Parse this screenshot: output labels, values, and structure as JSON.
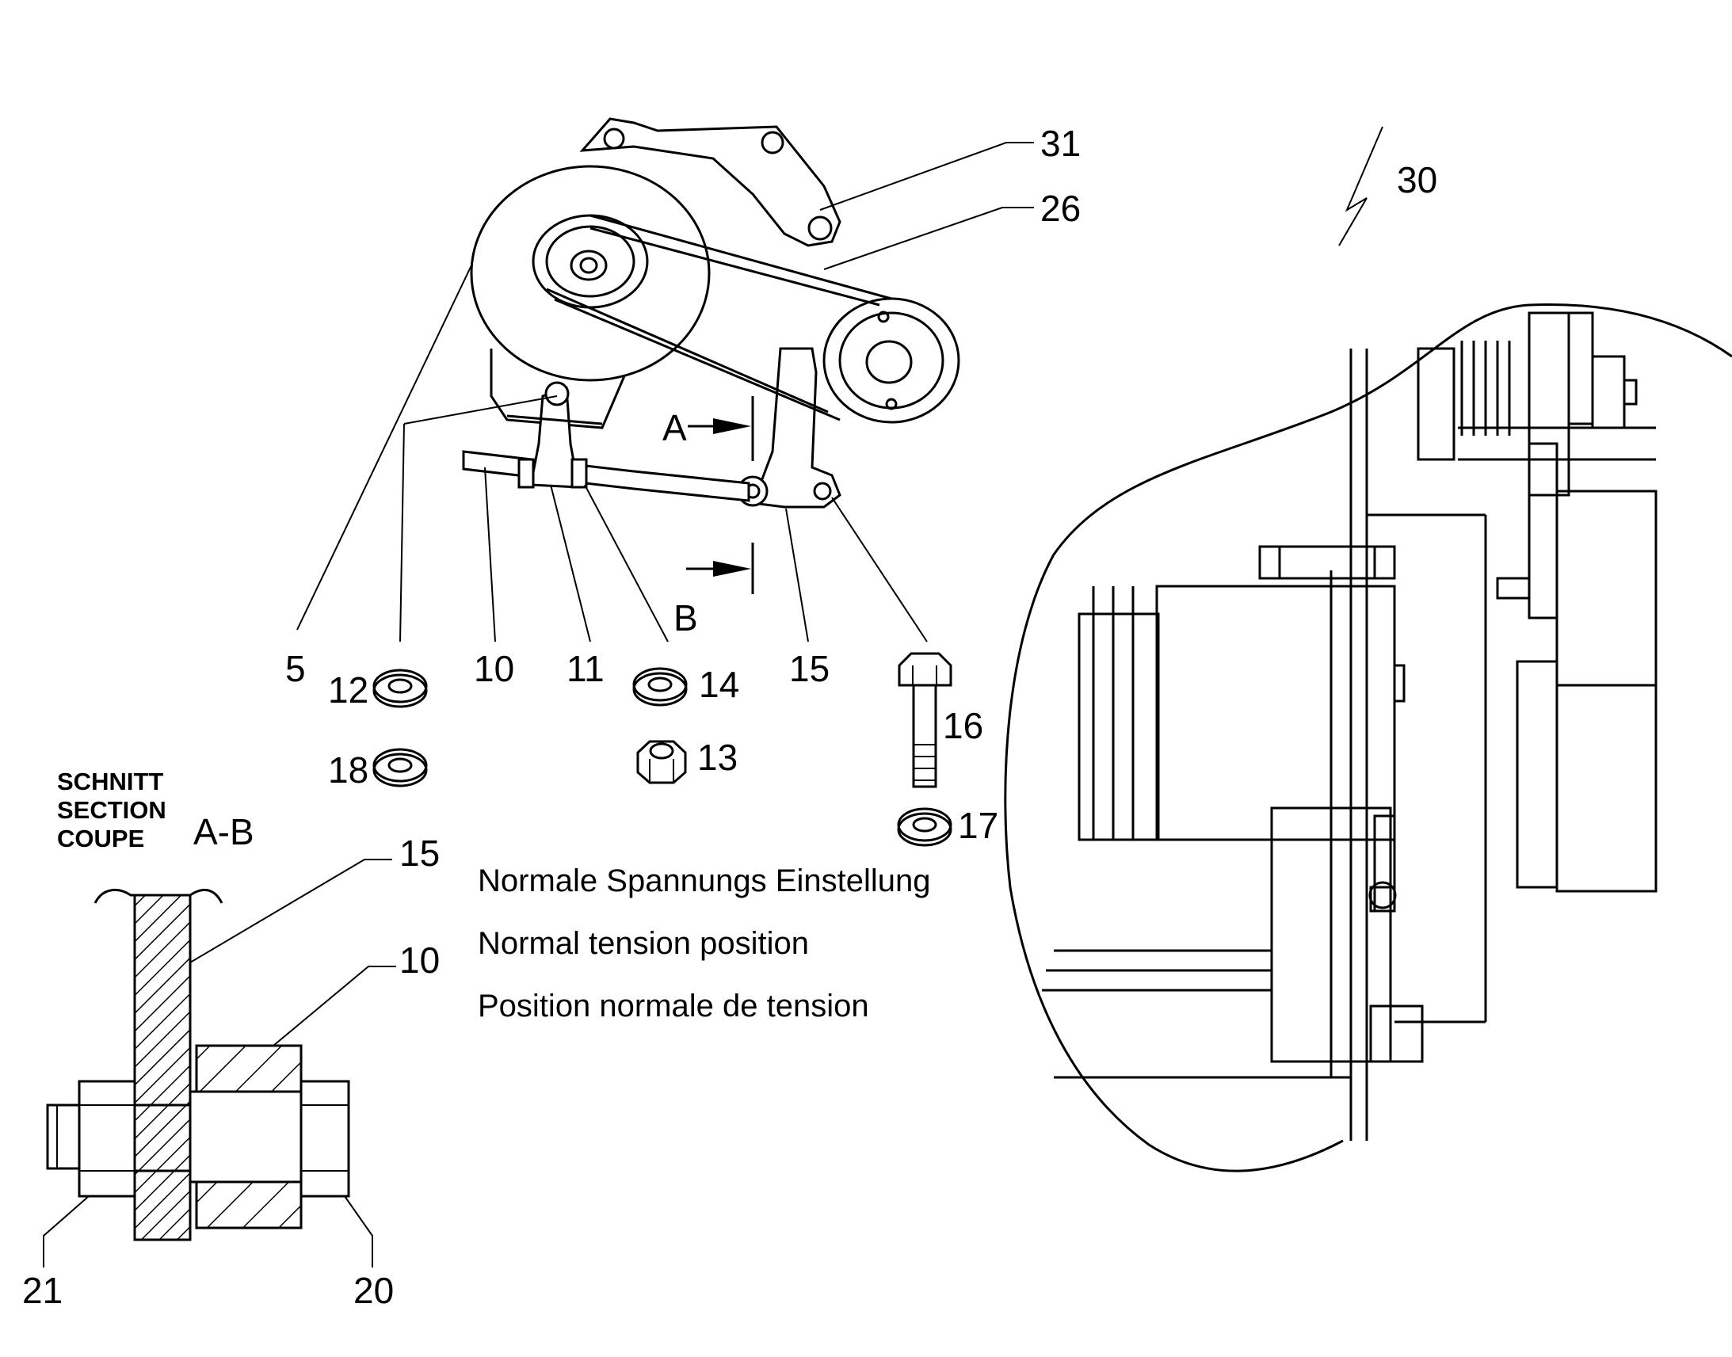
{
  "labels": {
    "p31": "31",
    "p26": "26",
    "p30": "30",
    "p5": "5",
    "p10": "10",
    "p11": "11",
    "p15": "15",
    "p12": "12",
    "p14": "14",
    "p18": "18",
    "p13": "13",
    "p16": "16",
    "p17": "17",
    "sA": "A",
    "sB": "B",
    "sec15": "15",
    "sec10": "10",
    "sec21": "21",
    "sec20": "20"
  },
  "section": {
    "line1": "SCHNITT",
    "line2": "SECTION",
    "line3": "COUPE",
    "id": "A-B"
  },
  "caption": {
    "de": "Normale Spannungs Einstellung",
    "en": "Normal tension position",
    "fr": "Position normale de tension"
  }
}
